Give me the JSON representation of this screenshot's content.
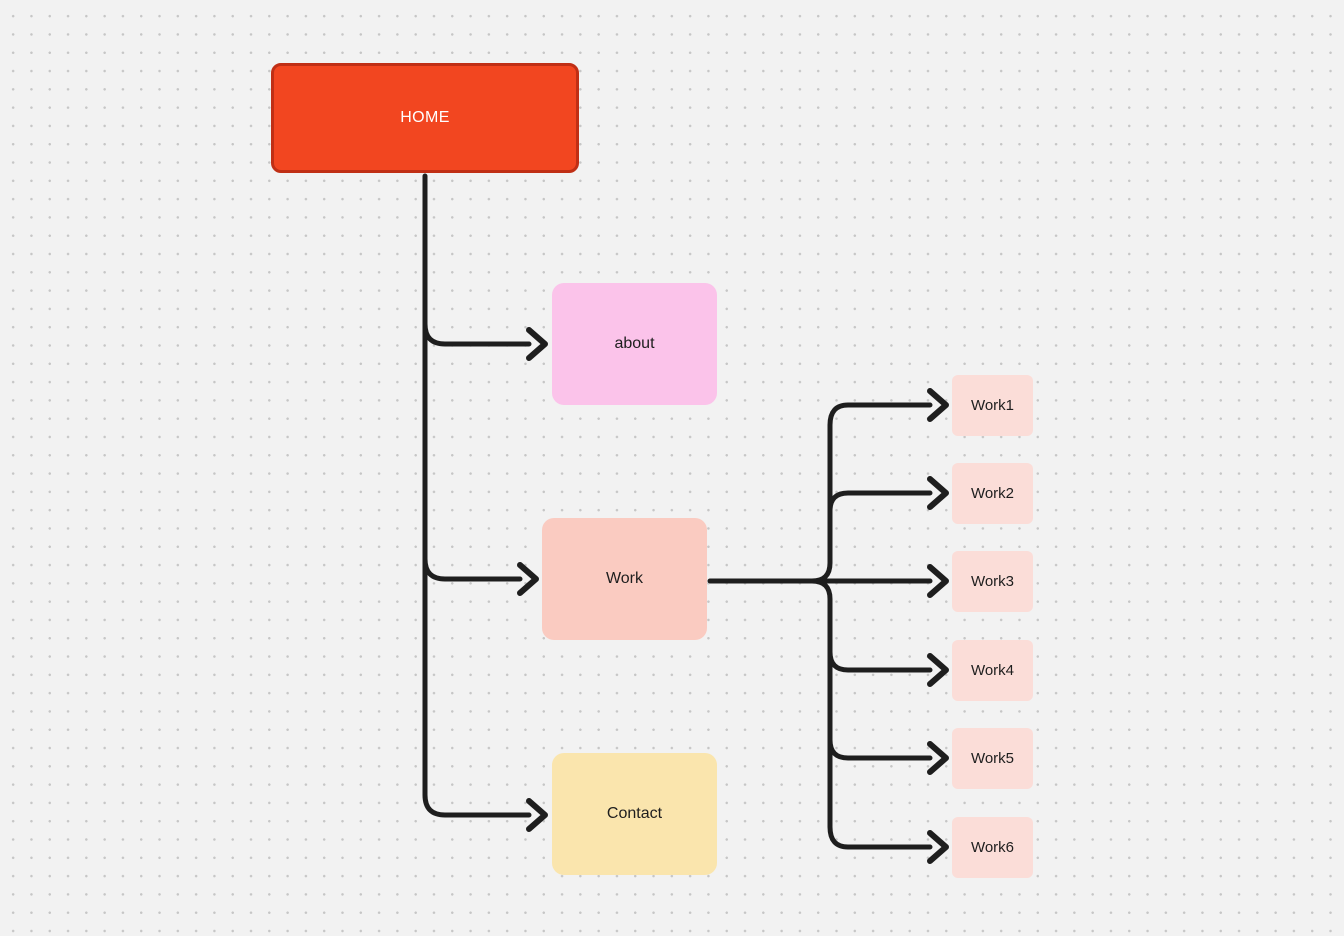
{
  "canvas": {
    "background_color": "#F2F2F2",
    "dot_color": "#C6C6C6",
    "connector_color": "#1E1E1E"
  },
  "diagram": {
    "type": "sitemap-flowchart",
    "root": {
      "id": "home",
      "label": "HOME",
      "fill": "#F24620",
      "border_color": "#C02F15",
      "text_color": "#FFFFFF"
    },
    "level1": [
      {
        "id": "about",
        "label": "about",
        "fill": "#FBC3EA",
        "text_color": "#1E1E1E"
      },
      {
        "id": "work",
        "label": "Work",
        "fill": "#FACBC1",
        "text_color": "#1E1E1E"
      },
      {
        "id": "contact",
        "label": "Contact",
        "fill": "#FAE5AD",
        "text_color": "#1E1E1E"
      }
    ],
    "level2": [
      {
        "id": "work1",
        "label": "Work1"
      },
      {
        "id": "work2",
        "label": "Work2"
      },
      {
        "id": "work3",
        "label": "Work3"
      },
      {
        "id": "work4",
        "label": "Work4"
      },
      {
        "id": "work5",
        "label": "Work5"
      },
      {
        "id": "work6",
        "label": "Work6"
      }
    ],
    "level2_fill": "#FBDDD8",
    "level2_text_color": "#1E1E1E",
    "edges": [
      {
        "from": "home",
        "to": "about"
      },
      {
        "from": "home",
        "to": "work"
      },
      {
        "from": "home",
        "to": "contact"
      },
      {
        "from": "work",
        "to": "work1"
      },
      {
        "from": "work",
        "to": "work2"
      },
      {
        "from": "work",
        "to": "work3"
      },
      {
        "from": "work",
        "to": "work4"
      },
      {
        "from": "work",
        "to": "work5"
      },
      {
        "from": "work",
        "to": "work6"
      }
    ]
  }
}
